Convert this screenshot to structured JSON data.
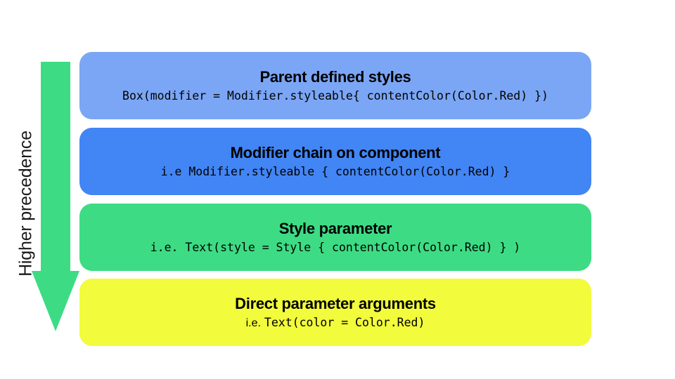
{
  "axis": {
    "label": "Higher precedence",
    "arrow_icon": "down-arrow-icon",
    "arrow_color": "#3DDC84",
    "direction": "down"
  },
  "layers": [
    {
      "id": "parent-defined-styles",
      "title": "Parent defined styles",
      "code": "Box(modifier = Modifier.styleable{ contentColor(Color.Red) })",
      "color": "#7BA6F5",
      "precedence_rank": 1
    },
    {
      "id": "modifier-chain-on-component",
      "title": "Modifier chain on component",
      "code": "i.e Modifier.styleable { contentColor(Color.Red) }",
      "color": "#4285F4",
      "precedence_rank": 2
    },
    {
      "id": "style-parameter",
      "title": "Style parameter",
      "code": "i.e. Text(style = Style { contentColor(Color.Red) } )",
      "color": "#3DDC84",
      "precedence_rank": 3
    },
    {
      "id": "direct-parameter-arguments",
      "title": "Direct parameter arguments",
      "code_prefix": "i.e.",
      "code": "Text(color = Color.Red)",
      "color": "#F2FB3C",
      "precedence_rank": 4
    }
  ],
  "canvas": {
    "background": "#FFFFFF",
    "text_color": "#000000"
  }
}
